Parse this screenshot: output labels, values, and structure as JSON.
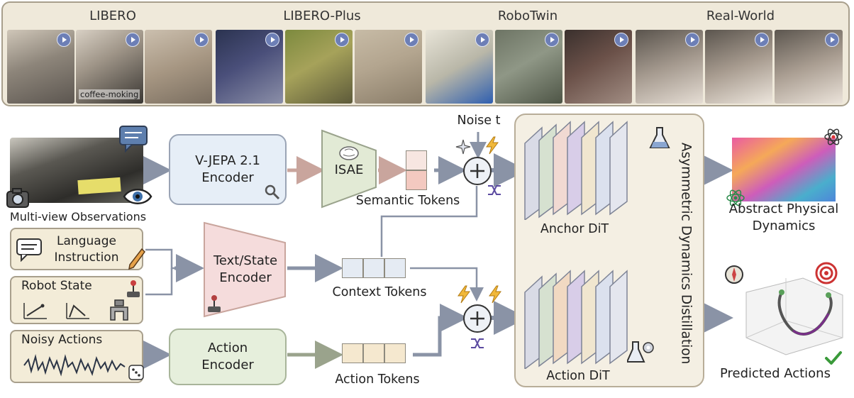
{
  "benchmarks": {
    "libero": "LIBERO",
    "libero_plus": "LIBERO-Plus",
    "robotwin": "RoboTwin",
    "real_world": "Real-World",
    "thumb_caption": "coffee-moking"
  },
  "inputs": {
    "observations_label": "Multi-view Observations",
    "language_instruction": "Language Instruction",
    "robot_state": "Robot State",
    "noisy_actions": "Noisy Actions"
  },
  "encoders": {
    "vjepa": "V-JEPA 2.1 Encoder",
    "isae": "ISAE",
    "text_state": "Text/State Encoder",
    "action": "Action Encoder"
  },
  "tokens": {
    "semantic": "Semantic Tokens",
    "context": "Context Tokens",
    "action": "Action Tokens"
  },
  "noise_label": "Noise t",
  "dit": {
    "anchor": "Anchor DiT",
    "action": "Action DiT",
    "distillation": "Asymmetric Dynamics Distillation"
  },
  "outputs": {
    "abstract_dynamics": "Abstract Physical Dynamics",
    "predicted_actions": "Predicted Actions"
  },
  "colors": {
    "vjepa_bg": "#e6eef7",
    "isae_bg": "#e2ead5",
    "text_state_bg": "#f5dcdc",
    "action_enc_bg": "#e6efdc",
    "input_bg": "#f3ecd8",
    "dit_panel_bg": "#f4efe3"
  }
}
